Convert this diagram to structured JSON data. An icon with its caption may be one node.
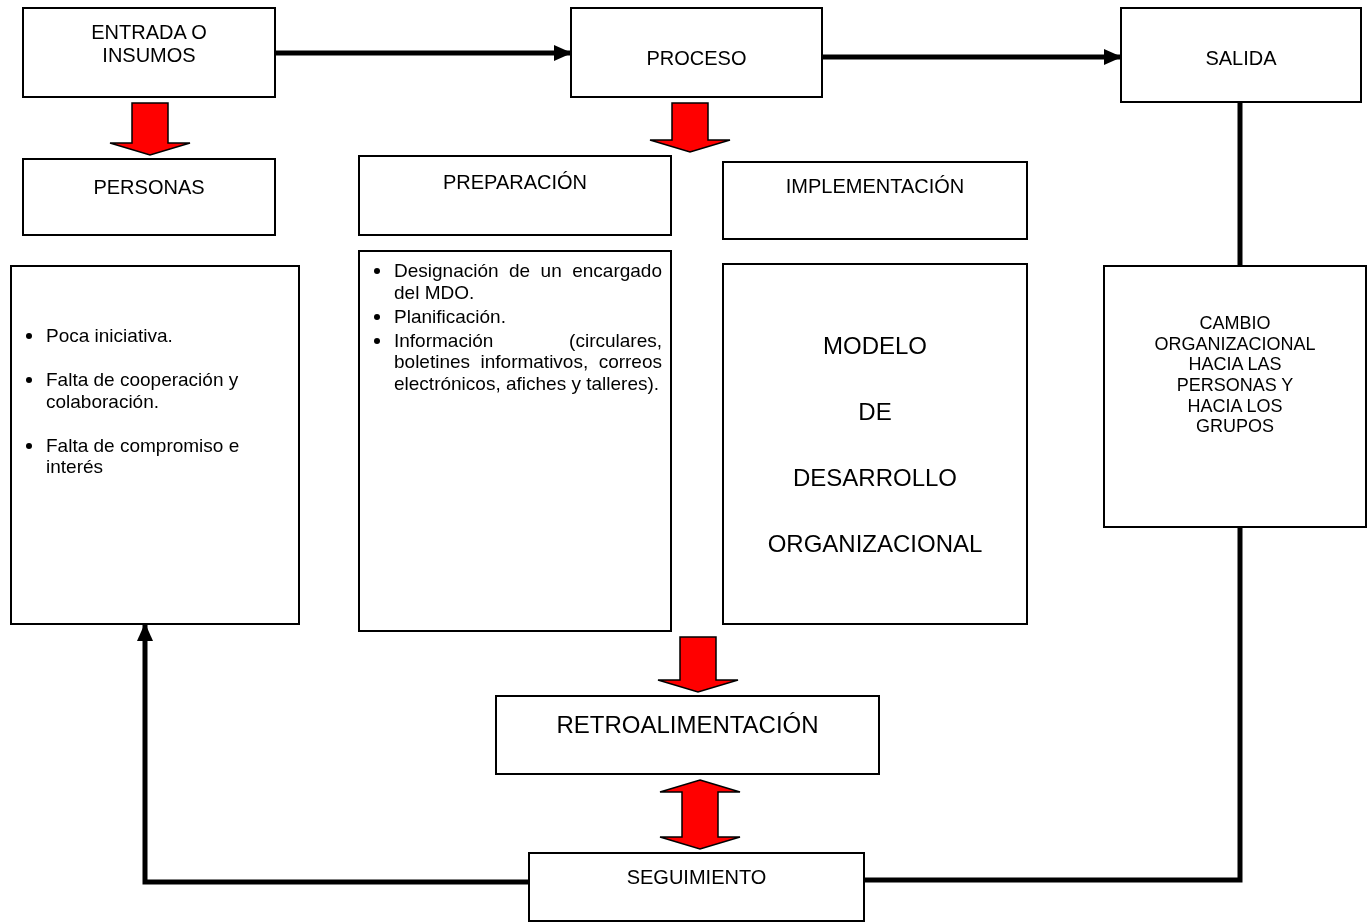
{
  "diagram": {
    "nodes": [
      {
        "text": [
          "ENTRADA O INSUMOS"
        ]
      },
      {
        "text": [
          "PROCESO"
        ]
      },
      {
        "text": [
          "SALIDA"
        ]
      },
      {
        "text": [
          "PERSONAS"
        ]
      },
      {
        "text": [
          "PREPARACIÓN"
        ]
      },
      {
        "text": [
          "IMPLEMENTACIÓN"
        ]
      },
      {
        "text": [
          "Poca iniciativa.",
          "Falta de cooperación y colaboración.",
          "Falta de compromiso e interés"
        ]
      },
      {
        "text": [
          "Designación de un encargado del MDO.",
          "Planificación.",
          "Información (circulares, boletines informativos, correos electrónicos, afiches y talleres)."
        ]
      },
      {
        "text": [
          "MODELO",
          "DE",
          "DESARROLLO",
          "ORGANIZACIONAL"
        ]
      },
      {
        "text": [
          "CAMBIO ORGANIZACIONAL HACIA LAS PERSONAS Y HACIA LOS GRUPOS"
        ]
      },
      {
        "text": [
          "RETROALIMENTACIÓN"
        ]
      },
      {
        "text": [
          "SEGUIMIENTO"
        ]
      }
    ],
    "edges": [
      {
        "from": 0,
        "to": 1,
        "arrow": "to"
      },
      {
        "from": 1,
        "to": 2,
        "arrow": "to"
      },
      {
        "from": 0,
        "to": 3,
        "arrow": "to",
        "style": "thick",
        "color": "#ff0000"
      },
      {
        "from": 1,
        "to": 4,
        "arrow": "to",
        "style": "thick",
        "color": "#ff0000"
      },
      {
        "from": 1,
        "to": 5,
        "arrow": "to",
        "style": "thick",
        "color": "#ff0000"
      },
      {
        "from": 2,
        "to": 9,
        "arrow": "none"
      },
      {
        "from": 7,
        "to": 10,
        "arrow": "to",
        "style": "thick",
        "color": "#ff0000"
      },
      {
        "from": 8,
        "to": 10,
        "arrow": "to",
        "style": "thick",
        "color": "#ff0000"
      },
      {
        "from": 10,
        "to": 11,
        "arrow": "both",
        "style": "thick",
        "color": "#ff0000"
      },
      {
        "from": 9,
        "to": 11,
        "arrow": "none"
      },
      {
        "from": 11,
        "to": 6,
        "arrow": "to"
      }
    ]
  }
}
